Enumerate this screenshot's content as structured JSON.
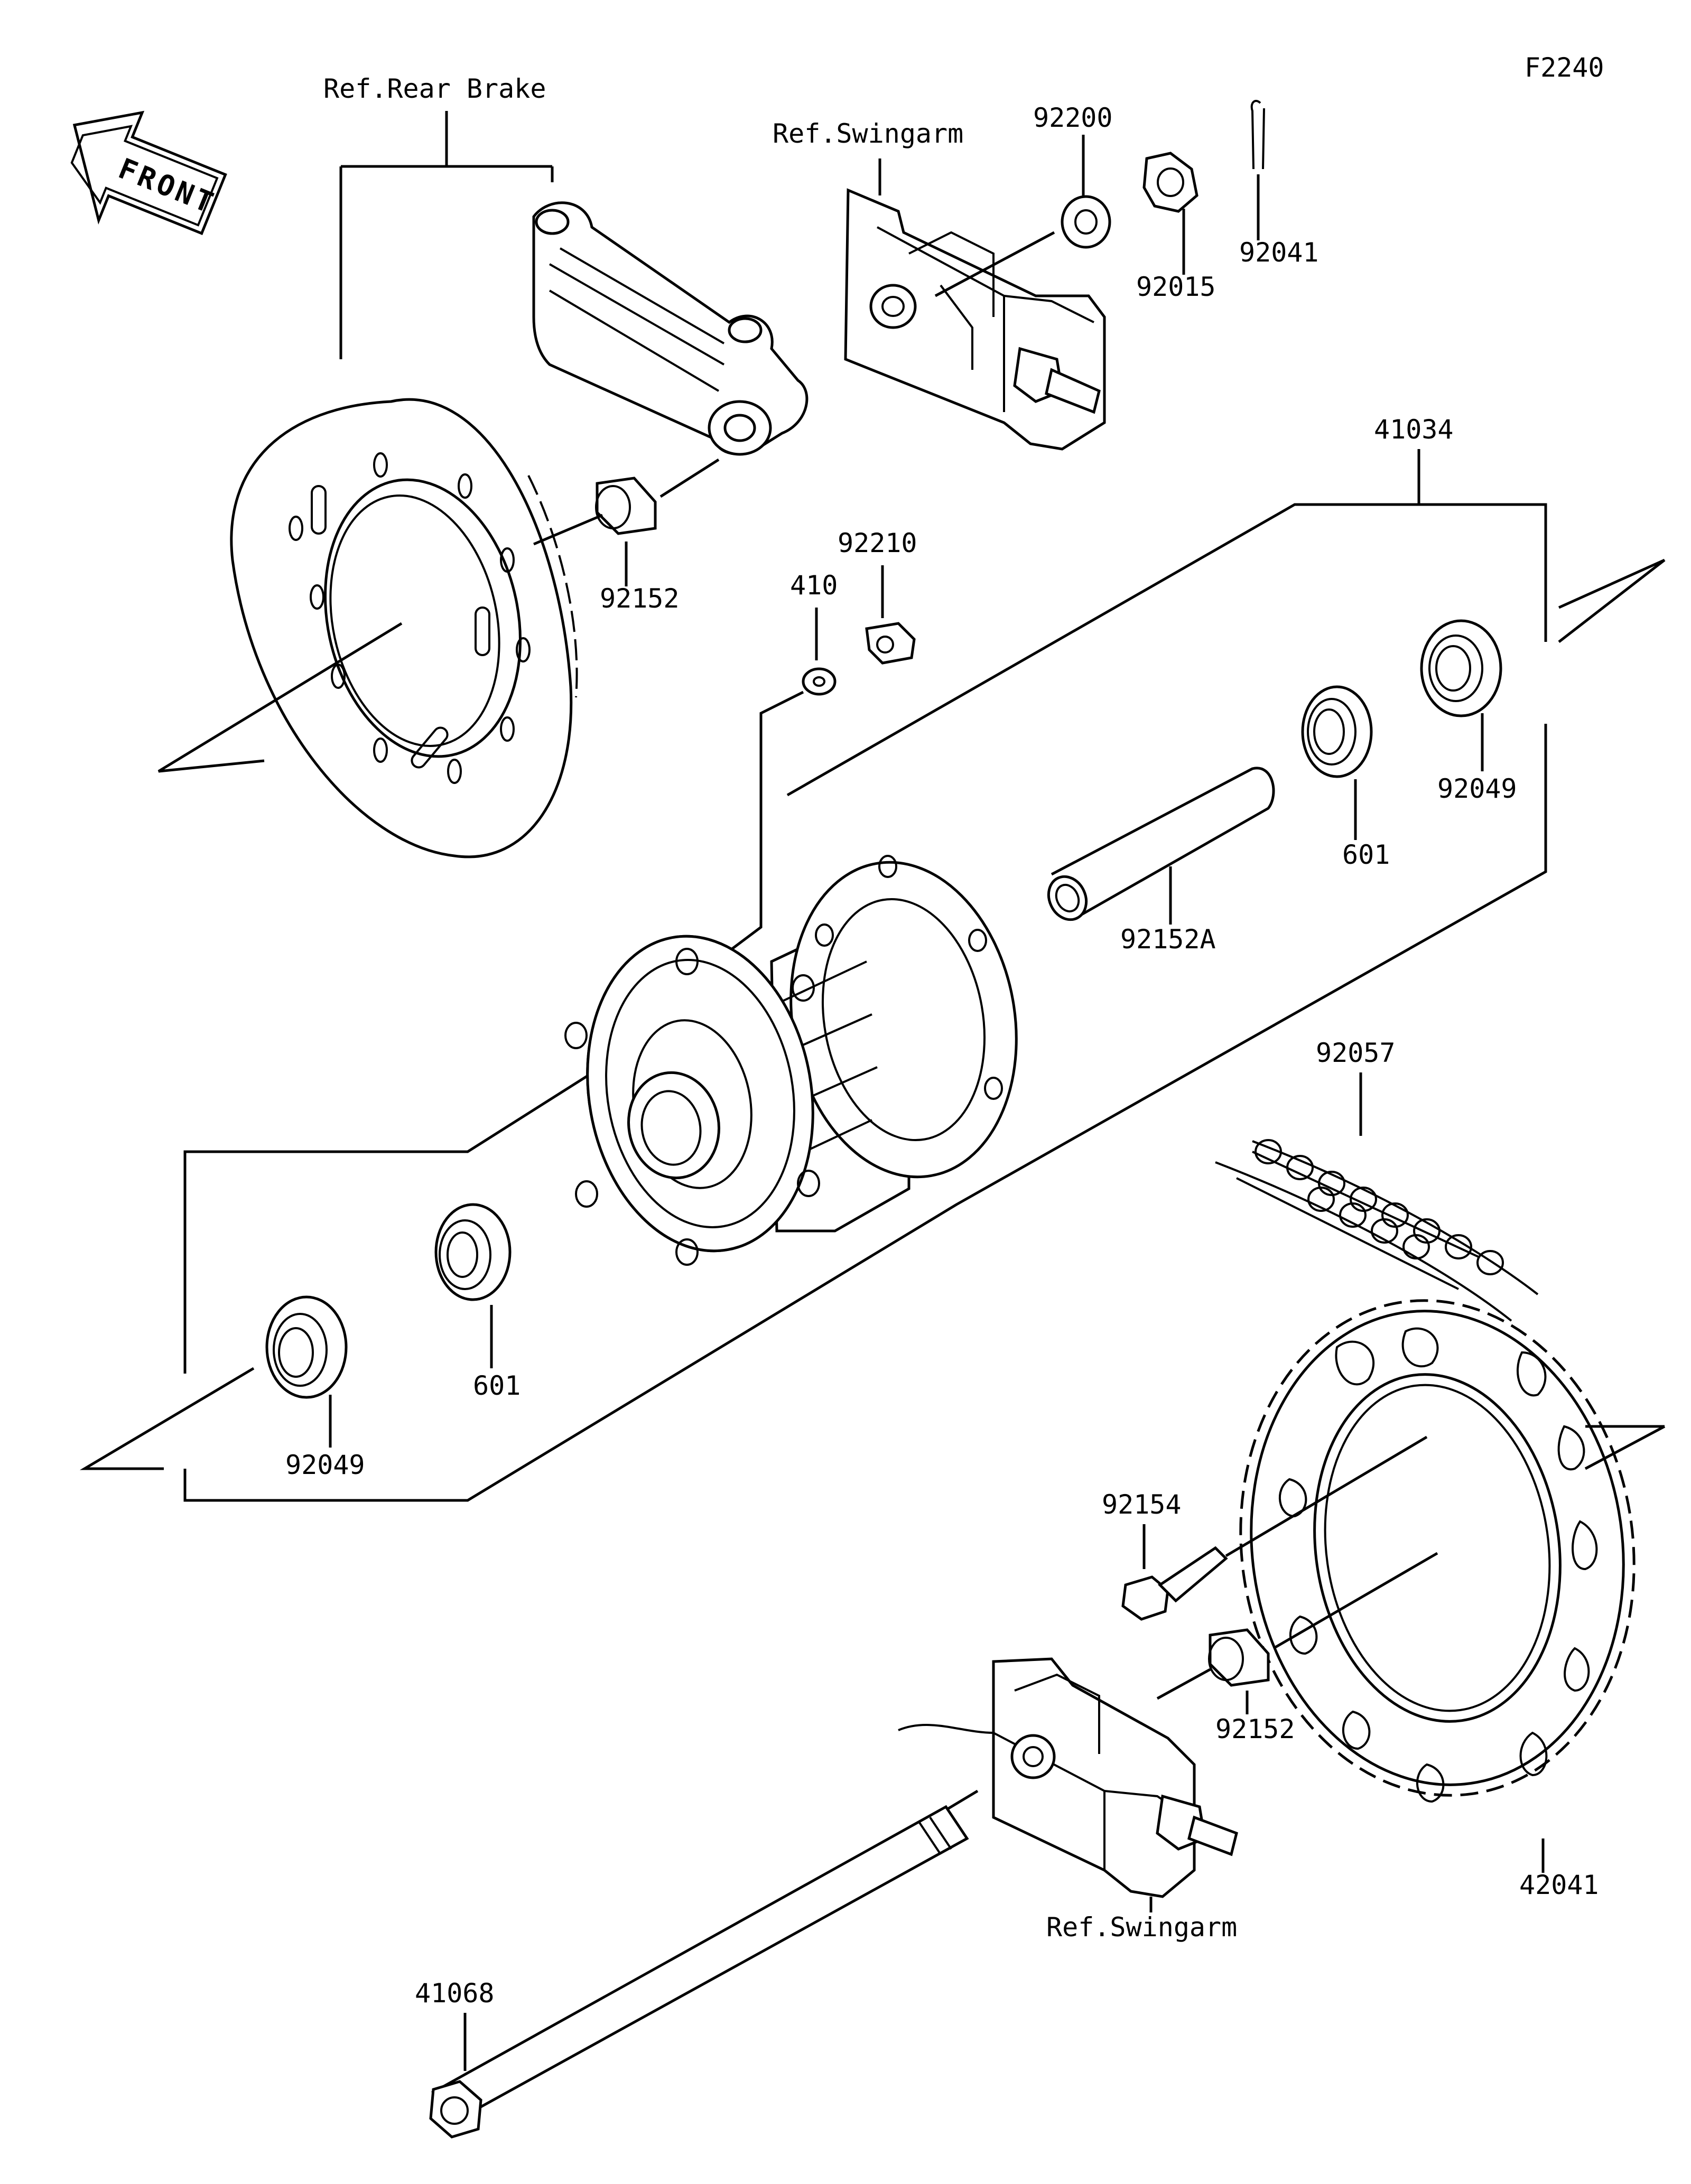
{
  "figure_code": "F2240",
  "front_badge": "FRONT",
  "refs": {
    "rear_brake": "Ref.Rear Brake",
    "swingarm_top": "Ref.Swingarm",
    "swingarm_bottom": "Ref.Swingarm"
  },
  "part_labels": {
    "p92200": "92200",
    "p92015": "92015",
    "p92041": "92041",
    "p41034": "41034",
    "p92152_top": "92152",
    "p92210": "92210",
    "p410": "410",
    "p601_right": "601",
    "p92049_right": "92049",
    "p92152A": "92152A",
    "p92057": "92057",
    "p601_left": "601",
    "p92049_left": "92049",
    "p92154": "92154",
    "p92152_bottom": "92152",
    "p42041": "42041",
    "p41068": "41068"
  }
}
